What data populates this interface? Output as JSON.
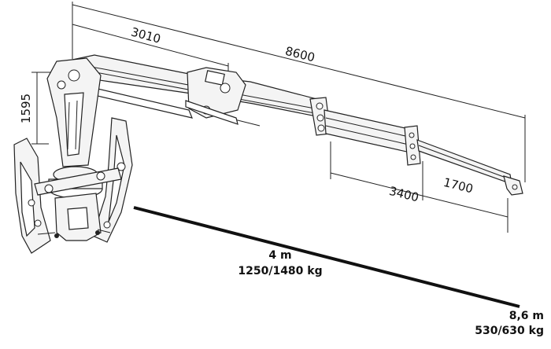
{
  "dimensions": {
    "boom_3010": "3010",
    "total_8600": "8600",
    "height_1595": "1595",
    "ext_3400": "3400",
    "ext_1700": "1700"
  },
  "capacity": {
    "near_reach": "4 m",
    "near_load": "1250/1480 kg",
    "far_reach": "8,6 m",
    "far_load": "530/630 kg"
  },
  "colors": {
    "line": "#222222",
    "fill": "#f4f4f4",
    "text": "#111111"
  }
}
